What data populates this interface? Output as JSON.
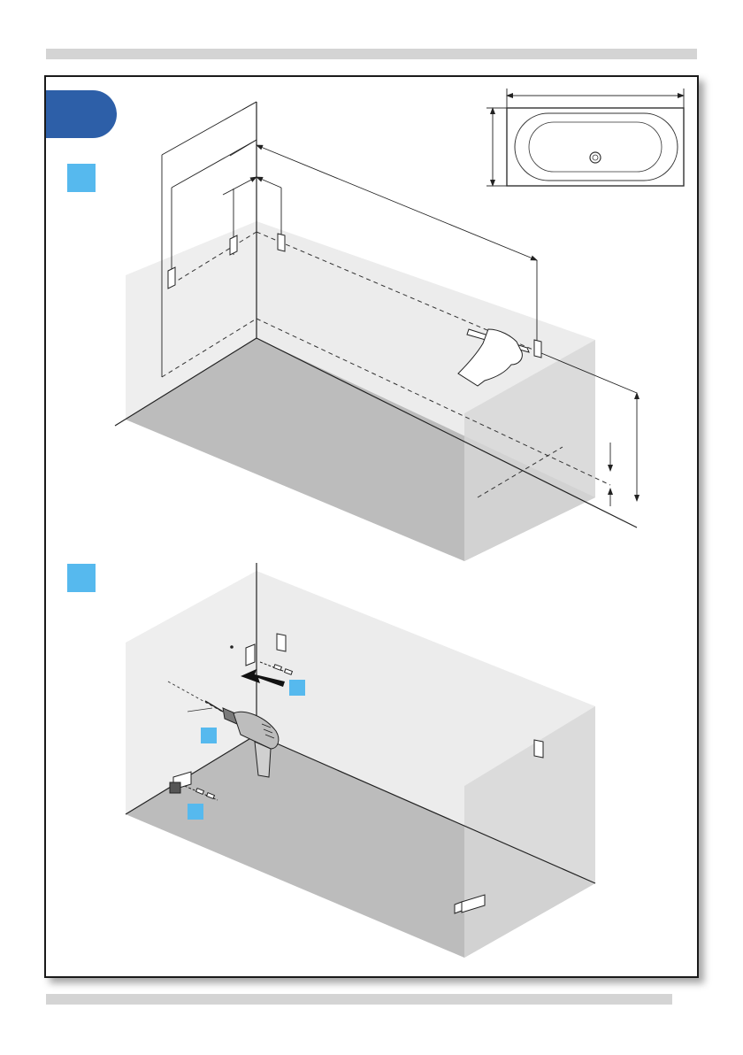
{
  "colors": {
    "frame_border": "#1a1a1a",
    "section_tab": "#2d5fa8",
    "step_marker": "#56b9ee",
    "rule_bar": "#d4d4d4",
    "wall_fill": "#ececec",
    "floor_fill": "#b9b9b9"
  },
  "icons": {
    "section_tab": "rounded-tab",
    "bathtub_plan": "bathtub-top-view-icon",
    "marking_hand": "hand-with-pencil-icon",
    "drill": "power-drill-icon",
    "screw": "screw-with-wall-plug-icon",
    "wall_bracket": "wall-bracket-icon",
    "foot_bracket": "floor-bracket-icon",
    "arrow": "push-arrow-icon"
  },
  "steps": [
    {
      "id": "step-1",
      "label": ""
    },
    {
      "id": "step-2",
      "label": ""
    }
  ]
}
